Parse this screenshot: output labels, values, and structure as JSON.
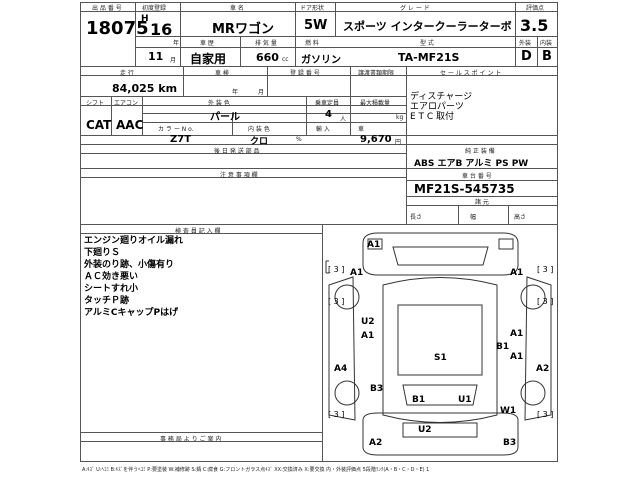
{
  "header": {
    "lot_label": "出 品 番 号",
    "lot": "18075",
    "first_reg_label": "初度登録",
    "era": "H",
    "year": "16",
    "year_unit": "年",
    "month": "11",
    "month_unit": "月",
    "car_name_label": "車 名",
    "car_name": "MRワゴン",
    "door_label": "ドア形状",
    "door": "5W",
    "grade_label": "グ レ ー ド",
    "grade": "スポーツ インタークーラーターボ",
    "score_label": "評価点",
    "score": "3.5",
    "ext_label": "外装",
    "ext": "D",
    "int_label": "内装",
    "int": "B",
    "inspection_label": "車 歴",
    "usage": "自家用",
    "disp_label": "排 気 量",
    "disp": "660",
    "disp_unit": "cc",
    "fuel_label": "燃 料",
    "fuel": "ガソリン",
    "model_label": "型 式",
    "model": "TA-MF21S"
  },
  "row2": {
    "mileage_label": "走 行",
    "mileage": "84,025 km",
    "shaken_label": "車 検",
    "shaken_y": "年",
    "shaken_m": "月",
    "reg_label": "登 録 番 号",
    "proof_label": "譲渡書類期限",
    "sales_label": "セ ー ル ス ポ イ ン ト"
  },
  "row3": {
    "shift_label": "シフト",
    "shift": "CAT",
    "ac_label": "エアコン",
    "ac": "AAC",
    "color_label": "外 装 色",
    "color": "パール",
    "color_no_label": "カ ラ ー N o.",
    "color_no": "Z7T",
    "int_color_label": "内 装 色",
    "int_color": "クロ",
    "capacity_label": "乗車定員",
    "capacity": "4",
    "capacity_unit": "人",
    "load_label": "最大積載量",
    "load_unit": "kg",
    "import_label": "輸 入",
    "import_unit": "車",
    "pct": "%",
    "price": "9,670",
    "price_unit": "円",
    "aftermarket_label": "後 日 発 送 部 品",
    "sales_points": [
      "ディスチャージ",
      "エアロパーツ",
      "E T C 取付"
    ]
  },
  "equipment": {
    "label": "純 正 装 備",
    "value": "ABS エアB アルミ PS PW"
  },
  "notes_label": "注 意 事 項 欄",
  "chassis": {
    "label": "車 台 番 号",
    "value": "MF21S-545735",
    "dims_label": "諸 元",
    "len": "長さ",
    "wid": "幅",
    "hgt": "高さ"
  },
  "inspector": {
    "label": "検 査 員 記 入 欄",
    "remarks": [
      "エンジン廻りオイル漏れ",
      "下廻りＳ",
      "外装のり跡、小傷有り",
      "ＡＣ効き悪い",
      "シートすれ小",
      "タッチＰ跡",
      "アルミCキャップPはげ"
    ]
  },
  "office_label": "事 務 局 よ り ご 案 内",
  "diagram": {
    "marks": [
      "A1",
      "A1",
      "A1",
      "U2",
      "A1",
      "A1",
      "S1",
      "B1",
      "A1",
      "A4",
      "A2",
      "B3",
      "B1",
      "U1",
      "W1",
      "U2",
      "A2",
      "B3"
    ],
    "bracket": "3"
  },
  "legend": "A:ｷｽﾞ U:ﾍｺﾐ B:ｷｽﾞを伴うﾍｺﾐ P:要塗装 W:補修跡 S:錆 C:腐食 G:フロントガラス点ｷｽﾞ XX:交換済み X:要交換 内・外装評価点 5段階ﾗﾝｸ(A・B・C・D・E) 1"
}
